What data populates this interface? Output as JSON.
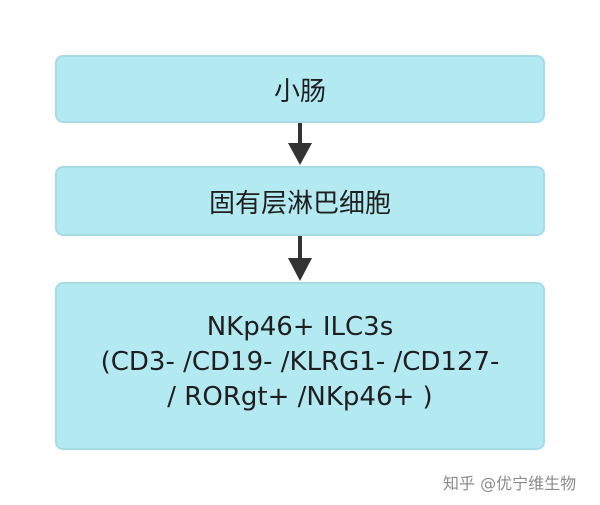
{
  "diagram": {
    "nodes": [
      {
        "id": "small-intestine",
        "label": "小肠"
      },
      {
        "id": "lamina-propria-lymphocytes",
        "label": "固有层淋巴细胞"
      },
      {
        "id": "nkp46-ilc3s",
        "lines": [
          "NKp46+ ILC3s",
          "(CD3- /CD19- /KLRG1- /CD127-",
          "/ RORgt+ /NKp46+ )"
        ]
      }
    ],
    "edges": [
      {
        "from": "small-intestine",
        "to": "lamina-propria-lymphocytes"
      },
      {
        "from": "lamina-propria-lymphocytes",
        "to": "nkp46-ilc3s"
      }
    ],
    "colors": {
      "node_fill": "#b3e9f1",
      "node_border": "#a7dce6",
      "arrow": "#333333",
      "text": "#1f1f1f"
    }
  },
  "watermark": "知乎 @优宁维生物"
}
